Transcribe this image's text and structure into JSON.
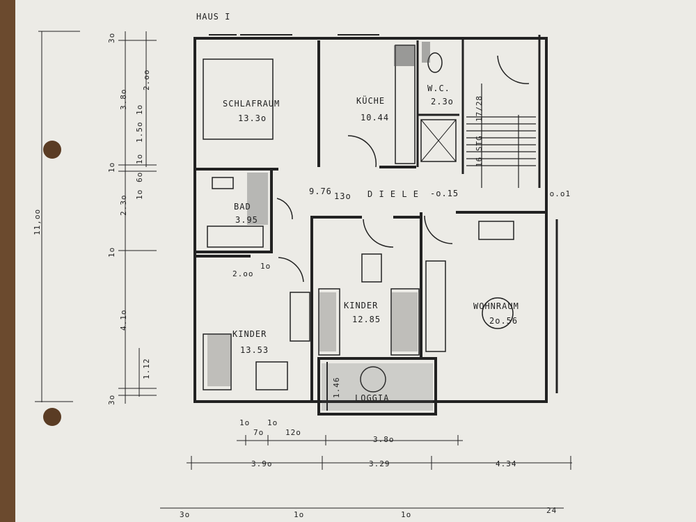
{
  "title": "HAUS I",
  "rooms": {
    "schlafraum": {
      "name": "SCHLAFRAUM",
      "area": "13.3o"
    },
    "kueche": {
      "name": "KÜCHE",
      "area": "10.44"
    },
    "wc": {
      "name": "W.C.",
      "area": "2.3o"
    },
    "bad": {
      "name": "BAD",
      "area": "3.95"
    },
    "diele": {
      "name": "D I E L E",
      "area": "9.76",
      "extra": "13o",
      "level": "-o.15"
    },
    "kinder_left": {
      "name": "KINDER",
      "area": "13.53"
    },
    "kinder_mid": {
      "name": "KINDER",
      "area": "12.85"
    },
    "wohnraum": {
      "name": "WOHNRAUM",
      "area": "2o.56"
    },
    "loggia": {
      "name": "LOGGIA",
      "area": "1.46"
    }
  },
  "stair": {
    "steps": "16 STG",
    "ratio": "17/28",
    "level": "-o.o1"
  },
  "left_dims": {
    "total": "11,oo",
    "seg1": "3o",
    "seg2": "3.8o",
    "seg3": "2.oo",
    "seg4": "1o",
    "seg5": "1.5o",
    "seg6": "1o",
    "seg7": "1o",
    "seg8": "6o",
    "seg9": "2.3o",
    "seg10": "1o",
    "seg11": "1o",
    "seg12": "4.1o",
    "seg13": "1.12",
    "seg14": "3o"
  },
  "inner_dims": {
    "door_width": "2.oo",
    "door_gap": "1o"
  },
  "bottom_dims": {
    "row1": [
      "1o",
      "7o",
      "1o",
      "12o",
      "3.8o"
    ],
    "row2": [
      "3.9o",
      "3.29",
      "4.34"
    ],
    "row3": [
      "3o",
      "1o",
      "1o",
      "24"
    ]
  }
}
